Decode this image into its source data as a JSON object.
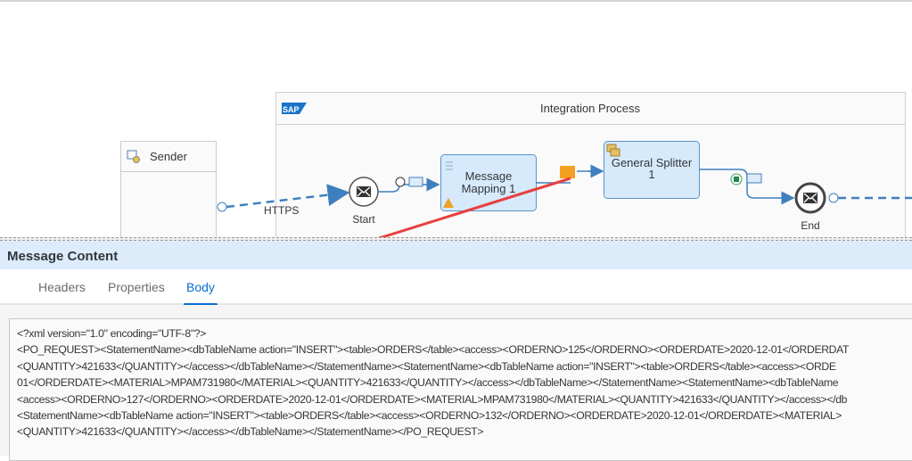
{
  "diagram": {
    "process_title": "Integration Process",
    "sap_logo": "SAP",
    "sender_label": "Sender",
    "connection_label": "HTTPS",
    "start_label": "Start",
    "end_label": "End",
    "mapping_label_line1": "Message",
    "mapping_label_line2": "Mapping 1",
    "splitter_label_line1": "General Splitter",
    "splitter_label_line2": "1",
    "annotation_arrow_color": "#e8403f"
  },
  "panel": {
    "title": "Message Content",
    "tabs": [
      {
        "label": "Headers",
        "active": false
      },
      {
        "label": "Properties",
        "active": false
      },
      {
        "label": "Body",
        "active": true
      }
    ],
    "body_lines": [
      "<?xml version=\"1.0\" encoding=\"UTF-8\"?>",
      "<PO_REQUEST><StatementName><dbTableName action=\"INSERT\"><table>ORDERS</table><access><ORDERNO>125</ORDERNO><ORDERDATE>2020-12-01</ORDERDAT",
      "<QUANTITY>421633</QUANTITY></access></dbTableName></StatementName><StatementName><dbTableName action=\"INSERT\"><table>ORDERS</table><access><ORDE",
      "01</ORDERDATE><MATERIAL>MPAM731980</MATERIAL><QUANTITY>421633</QUANTITY></access></dbTableName></StatementName><StatementName><dbTableName",
      "<access><ORDERNO>127</ORDERNO><ORDERDATE>2020-12-01</ORDERDATE><MATERIAL>MPAM731980</MATERIAL><QUANTITY>421633</QUANTITY></access></db",
      "<StatementName><dbTableName action=\"INSERT\"><table>ORDERS</table><access><ORDERNO>132</ORDERNO><ORDERDATE>2020-12-01</ORDERDATE><MATERIAL>",
      "<QUANTITY>421633</QUANTITY></access></dbTableName></StatementName></PO_REQUEST>"
    ]
  }
}
